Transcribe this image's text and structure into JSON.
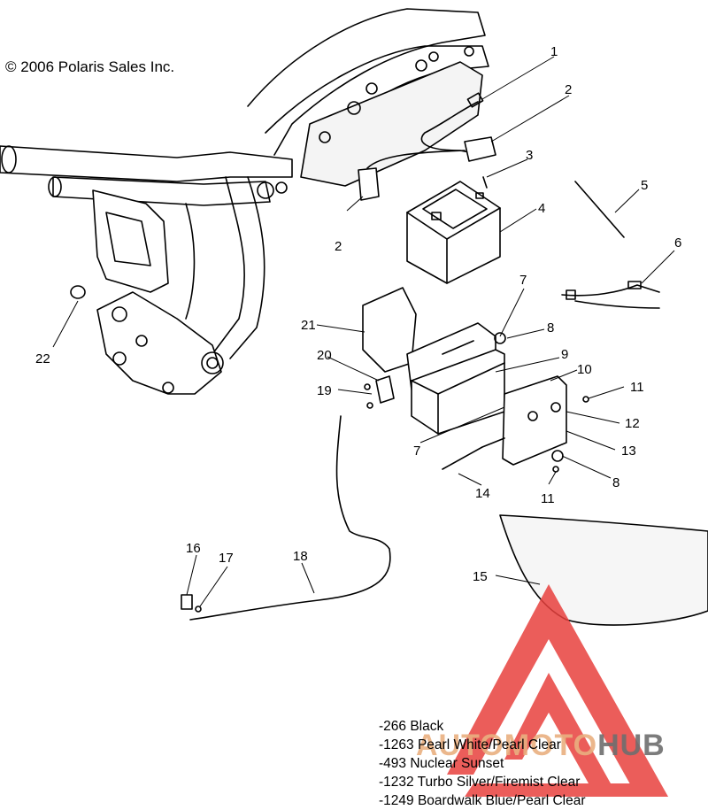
{
  "copyright": "© 2006 Polaris Sales Inc.",
  "callouts": [
    {
      "label": "1"
    },
    {
      "label": "2"
    },
    {
      "label": "2"
    },
    {
      "label": "3"
    },
    {
      "label": "4"
    },
    {
      "label": "5"
    },
    {
      "label": "6"
    },
    {
      "label": "7"
    },
    {
      "label": "7"
    },
    {
      "label": "8"
    },
    {
      "label": "8"
    },
    {
      "label": "9"
    },
    {
      "label": "10"
    },
    {
      "label": "11"
    },
    {
      "label": "11"
    },
    {
      "label": "12"
    },
    {
      "label": "13"
    },
    {
      "label": "14"
    },
    {
      "label": "15"
    },
    {
      "label": "16"
    },
    {
      "label": "17"
    },
    {
      "label": "18"
    },
    {
      "label": "19"
    },
    {
      "label": "20"
    },
    {
      "label": "21"
    },
    {
      "label": "22"
    }
  ],
  "color_options": [
    "-266  Black",
    "-1263  Pearl White/Pearl Clear",
    "-493  Nuclear Sunset",
    "-1232 Turbo Silver/Firemist Clear",
    "-1249 Boardwalk Blue/Pearl Clear"
  ],
  "watermark": {
    "part1": "AUTOMOTO",
    "part2": "HUB",
    "color": "#e8413e"
  }
}
